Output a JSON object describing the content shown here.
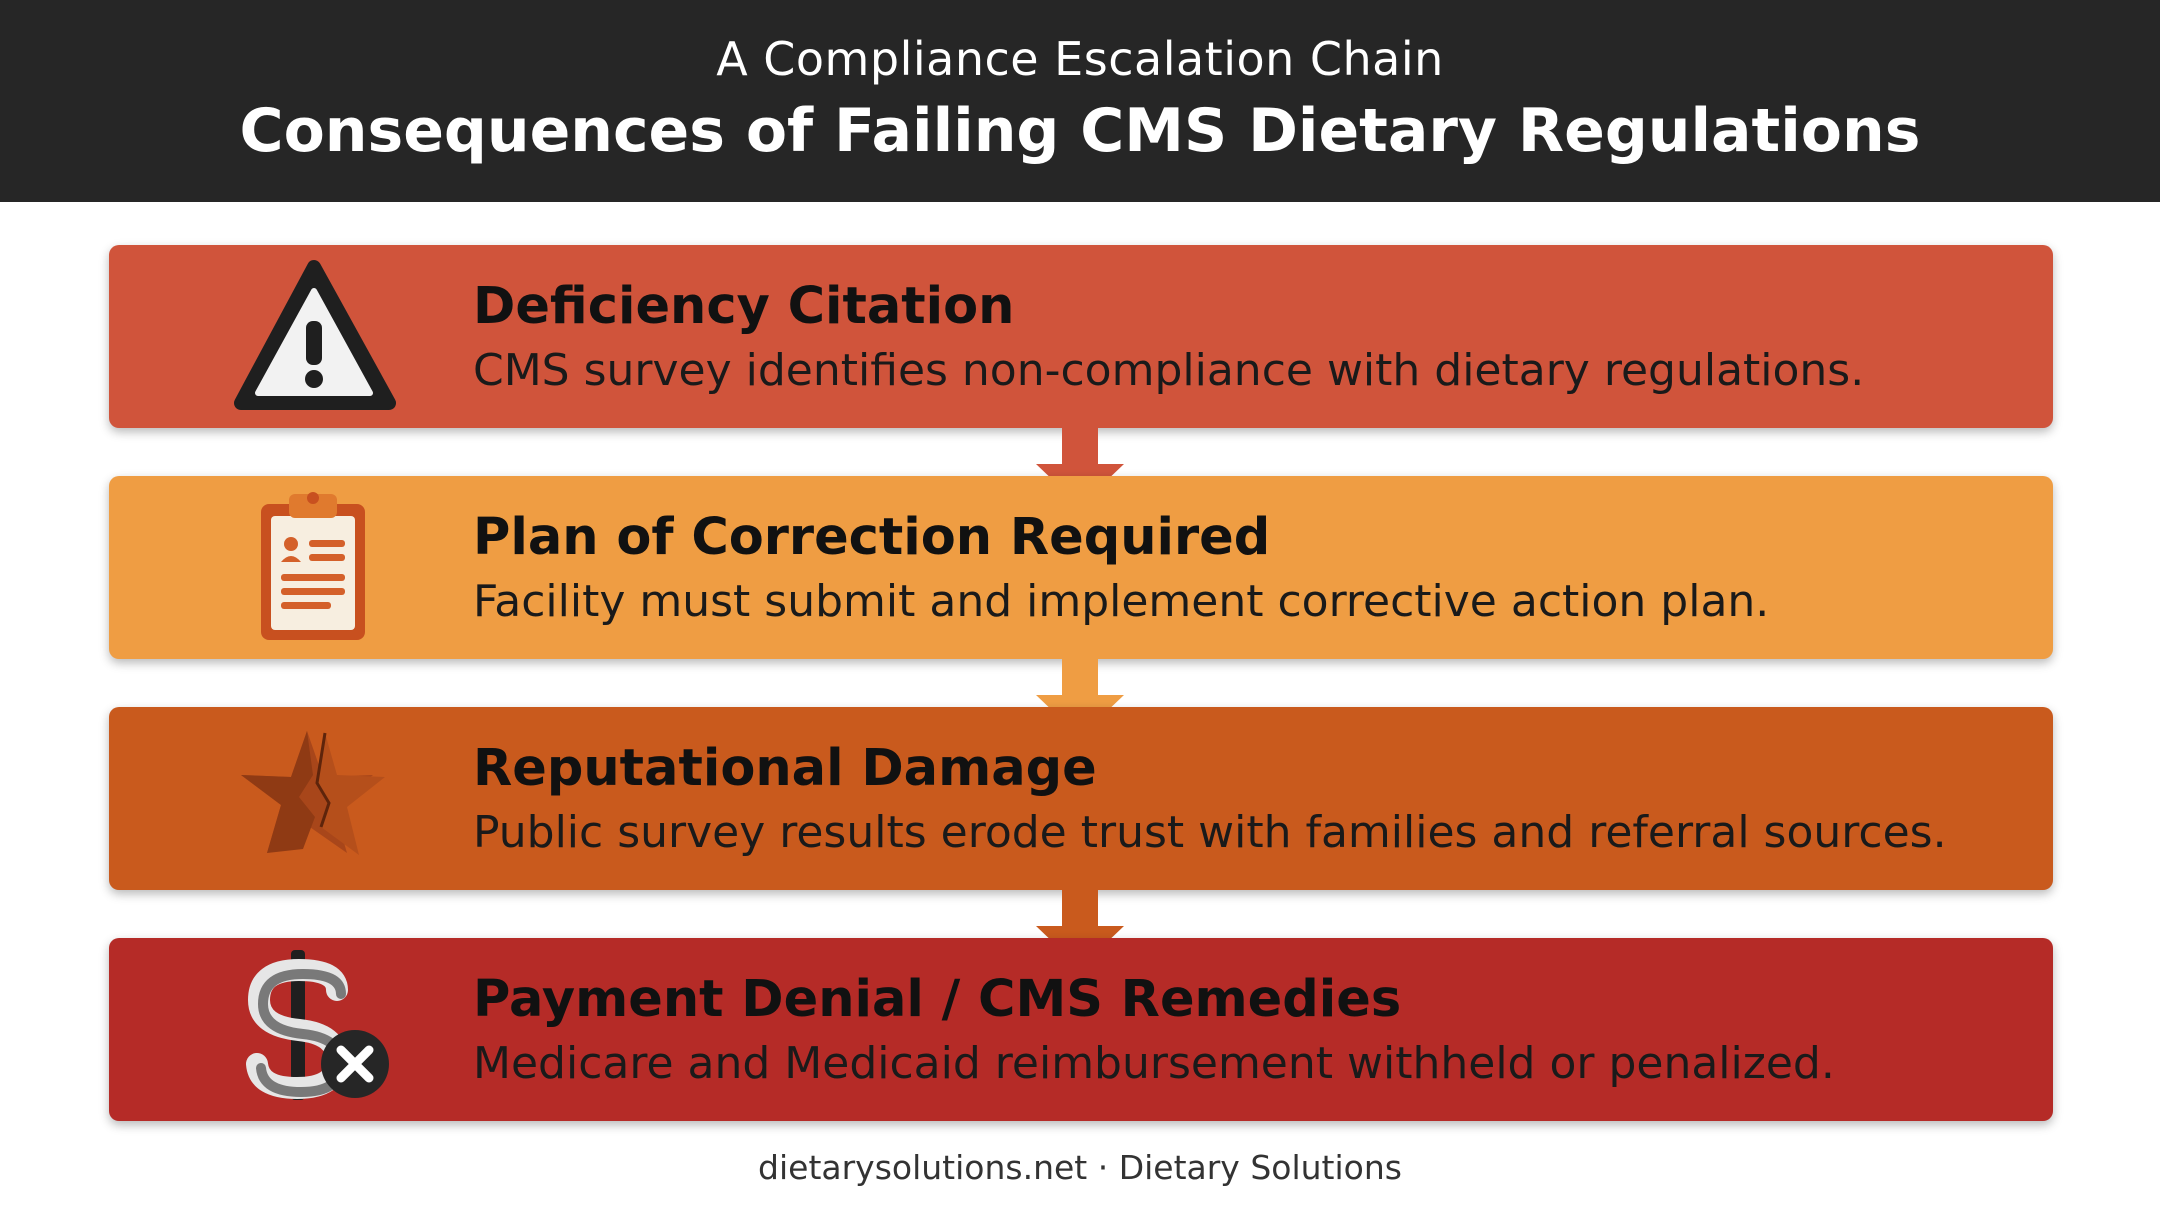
{
  "header": {
    "subtitle": "A Compliance Escalation Chain",
    "title": "Consequences of Failing CMS Dietary Regulations"
  },
  "steps": [
    {
      "title": "Deficiency Citation",
      "description": "CMS survey identifies non-compliance with dietary regulations.",
      "icon": "warning-triangle-icon",
      "color": "#D0543B"
    },
    {
      "title": "Plan of Correction Required",
      "description": "Facility must submit and implement corrective action plan.",
      "icon": "clipboard-icon",
      "color": "#EF9D43"
    },
    {
      "title": "Reputational Damage",
      "description": "Public survey results erode trust with families and referral sources.",
      "icon": "broken-star-icon",
      "color": "#C95A1D"
    },
    {
      "title": "Payment Denial / CMS Remedies",
      "description": "Medicare and Medicaid reimbursement withheld or penalized.",
      "icon": "dollar-denied-icon",
      "color": "#B52B27"
    }
  ],
  "footer": {
    "text": "dietarysolutions.net · Dietary Solutions"
  }
}
